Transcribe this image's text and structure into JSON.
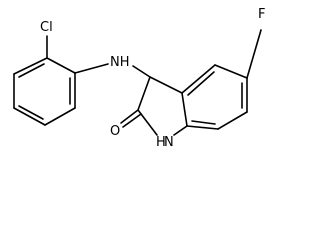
{
  "molecule": {
    "atom_labels": {
      "chlorine": "Cl",
      "amine": "NH",
      "fluorine": "F",
      "carbonyl_oxygen": "O",
      "lactam_nh": "H",
      "lactam_n": "N"
    }
  },
  "colors": {
    "bond": "#000000",
    "label": "#000000",
    "background": "#ffffff"
  }
}
